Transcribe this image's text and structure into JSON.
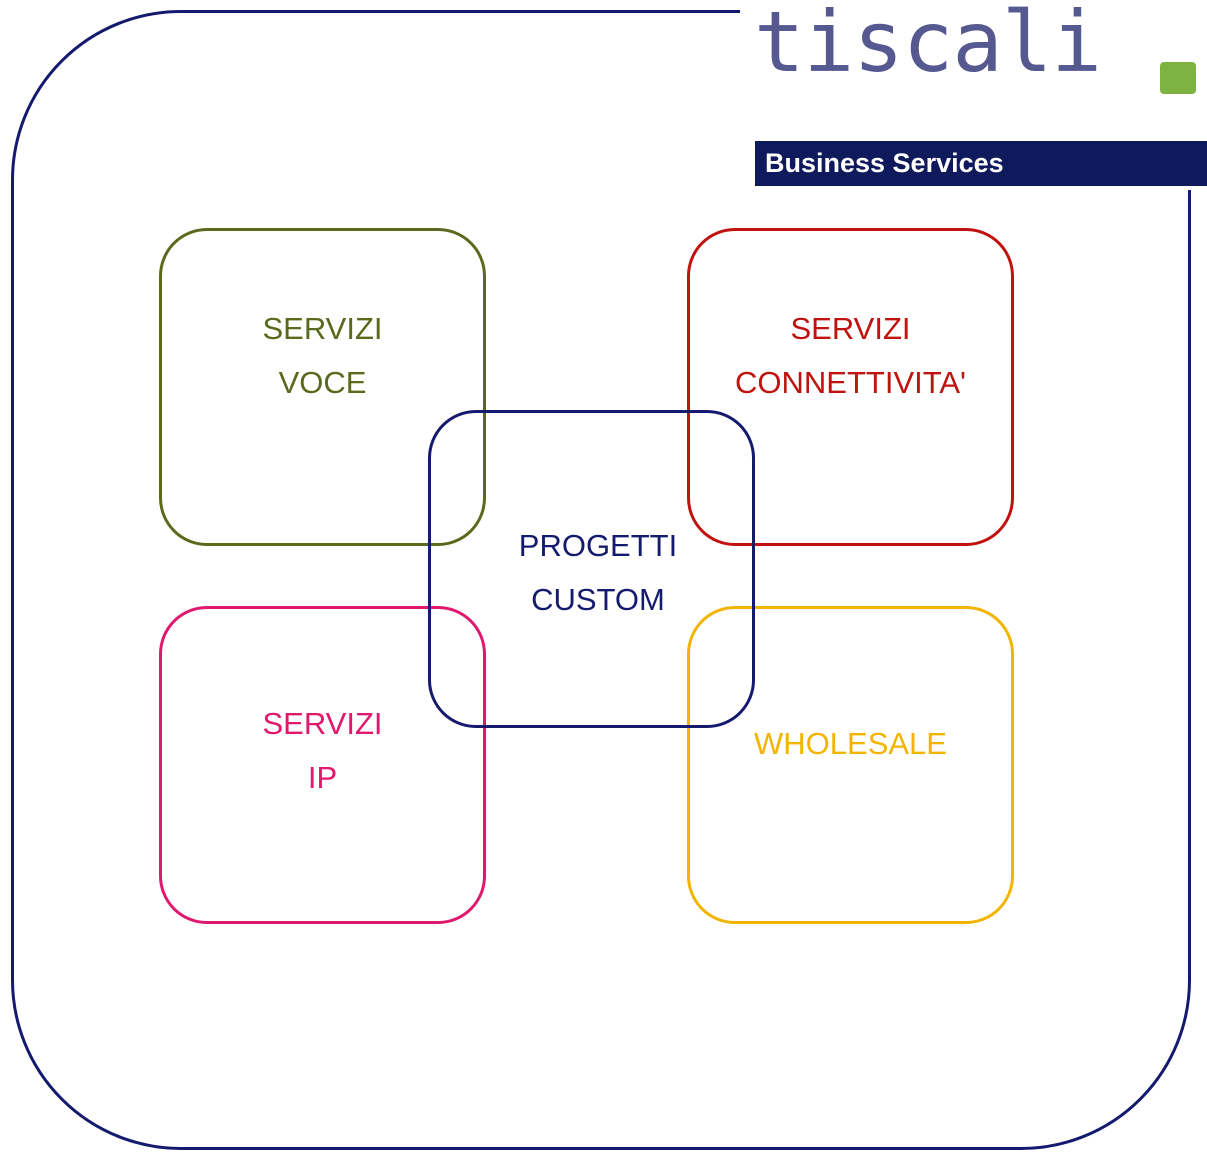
{
  "logo": {
    "wordmark": "tiscali",
    "subtitle": "Business Services"
  },
  "colors": {
    "frame": "#141a6e",
    "voce": "#5a6a1c",
    "connettivita": "#c0120e",
    "ip": "#e0186e",
    "wholesale": "#f3b400",
    "custom": "#141a6e",
    "logo_text": "#55598f",
    "logo_dot": "#7cb342",
    "logo_bar": "#0f1a5c"
  },
  "boxes": {
    "voce": {
      "line1": "SERVIZI",
      "line2": "VOCE"
    },
    "connettivita": {
      "line1": "SERVIZI",
      "line2": "CONNETTIVITA'"
    },
    "ip": {
      "line1": "SERVIZI",
      "line2": "IP"
    },
    "wholesale": {
      "line1": "WHOLESALE"
    },
    "custom": {
      "line1": "PROGETTI",
      "line2": "CUSTOM"
    }
  }
}
